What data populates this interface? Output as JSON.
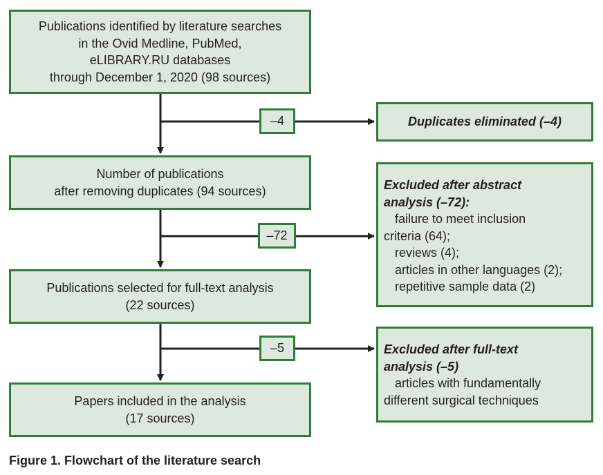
{
  "boxes": {
    "identified": {
      "lines": [
        "Publications identified by literature searches",
        "in the Ovid Medline, PubMed,",
        "eLIBRARY.RU databases",
        "through December 1, 2020 (98 sources)"
      ]
    },
    "after_duplicates": {
      "lines": [
        "Number of publications",
        "after removing duplicates (94 sources)"
      ]
    },
    "full_text": {
      "lines": [
        "Publications selected for full-text analysis",
        "(22 sources)"
      ]
    },
    "included": {
      "lines": [
        "Papers included in the analysis",
        "(17 sources)"
      ]
    }
  },
  "exclusions": {
    "duplicates": {
      "title": "Duplicates eliminated (–4)"
    },
    "abstract": {
      "title_lines": [
        "Excluded after abstract",
        "analysis (–72):"
      ],
      "reason1_lines": [
        "failure to meet inclusion",
        "criteria (64);"
      ],
      "reason2": "reviews (4);",
      "reason3": "articles in other languages (2);",
      "reason4": "repetitive sample data (2)"
    },
    "full_text": {
      "title_lines": [
        "Excluded after full-text",
        "analysis (–5)"
      ],
      "reason1_lines": [
        "articles with fundamentally",
        "different surgical techniques"
      ]
    }
  },
  "badges": {
    "b1": "–4",
    "b2": "–72",
    "b3": "–5"
  },
  "caption": "Figure 1. Flowchart of the literature search"
}
